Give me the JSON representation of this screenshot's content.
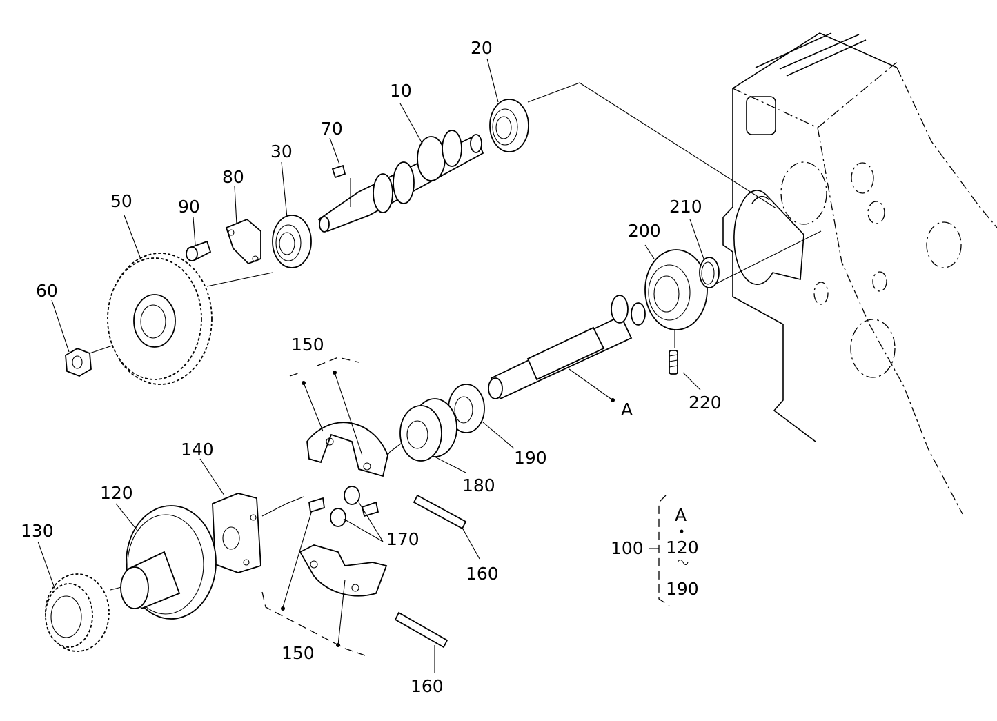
{
  "labels": {
    "l10": "10",
    "l20": "20",
    "l30": "30",
    "l50": "50",
    "l60": "60",
    "l70": "70",
    "l80": "80",
    "l90": "90",
    "l100": "100",
    "l120": "120",
    "l130": "130",
    "l140": "140",
    "l150a": "150",
    "l150b": "150",
    "l160a": "160",
    "l160b": "160",
    "l170": "170",
    "l180": "180",
    "l190": "190",
    "l200": "200",
    "l210": "210",
    "l220": "220",
    "lA": "A"
  },
  "legend": {
    "ref": "100",
    "line1": "A",
    "line2": "120",
    "line3": "190"
  }
}
